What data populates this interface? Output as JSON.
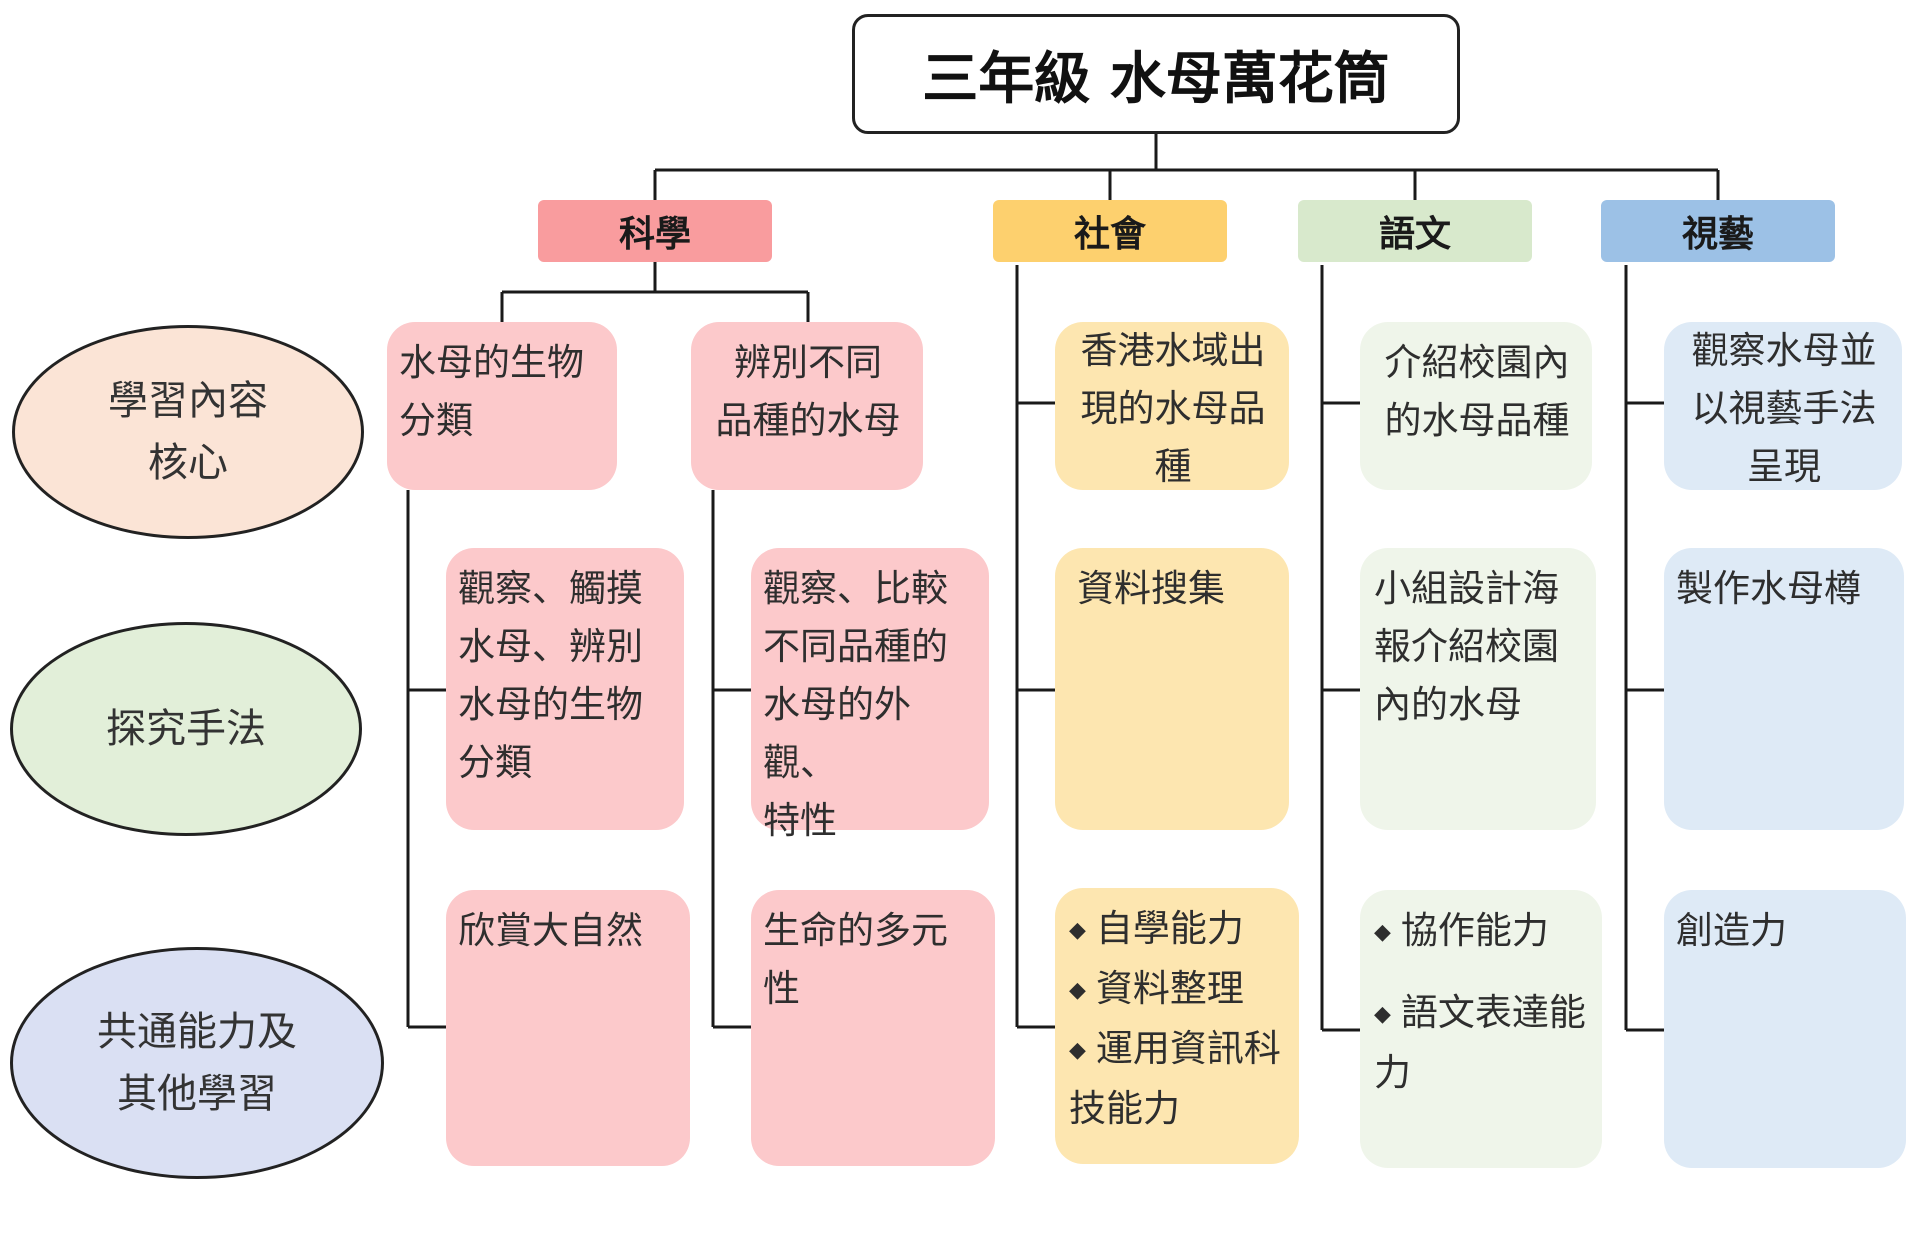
{
  "title": "三年級 水母萬花筒",
  "categories": [
    {
      "id": "science",
      "label": "科學",
      "color": "#f99c9e"
    },
    {
      "id": "social",
      "label": "社會",
      "color": "#fdd06e"
    },
    {
      "id": "language",
      "label": "語文",
      "color": "#d8e9cc"
    },
    {
      "id": "arts",
      "label": "視藝",
      "color": "#9cc1e6"
    }
  ],
  "row_labels": [
    {
      "text": "學習內容\n核心",
      "color": "#fbe4d6"
    },
    {
      "text": "探究手法",
      "color": "#e2efd9"
    },
    {
      "text": "共通能力及\n其他學習",
      "color": "#dae0f3"
    }
  ],
  "colors": {
    "science_box": "#fcc9cb",
    "social_box": "#fde6b0",
    "language_box": "#eff5ea",
    "arts_box": "#deeaf6"
  },
  "science": {
    "col1": {
      "core": "水母的生物\n分類",
      "method": "觀察、觸摸\n水母、辨別\n水母的生物\n分類",
      "common": "欣賞大自然"
    },
    "col2": {
      "core": "辨別不同\n品種的水母",
      "method": "觀察、比較\n不同品種的\n水母的外觀、\n特性",
      "common": "生命的多元\n性"
    }
  },
  "social": {
    "core": "香港水域出\n現的水母品\n種",
    "method": "資料搜集",
    "common": [
      "自學能力",
      "資料整理",
      "運用資訊科",
      "技能力"
    ]
  },
  "language": {
    "core": "介紹校園內\n的水母品種",
    "method": "小組設計海\n報介紹校園\n內的水母",
    "common": [
      "協作能力",
      "語文表達能",
      "力"
    ]
  },
  "arts": {
    "core": "觀察水母並\n以視藝手法\n呈現",
    "method": "製作水母樽",
    "common": "創造力"
  }
}
